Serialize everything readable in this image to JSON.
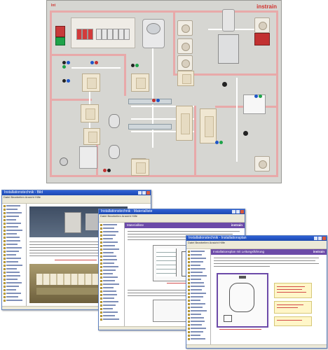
{
  "board": {
    "brand": "instrain",
    "brand_small": "lnt"
  },
  "windows": [
    {
      "title": "Installationstechnik - Bild",
      "menu": "Datei  Bearbeiten  Ansicht  Hilfe"
    },
    {
      "title": "Installationstechnik - Materialliste",
      "menu": "Datei  Bearbeiten  Ansicht  Hilfe",
      "header": "Materialliste",
      "brand": "instrain"
    },
    {
      "title": "Installationstechnik - Installationsplan",
      "menu": "Datei  Bearbeiten  Ansicht  Hilfe",
      "header": "Installationsplan mit Leitungsführung",
      "brand": "instrain"
    }
  ],
  "colors": {
    "titlebar": "#2f62d6",
    "header": "#6c4aa8",
    "wall": "#e8a9a9",
    "accent_red": "#d0312d"
  }
}
